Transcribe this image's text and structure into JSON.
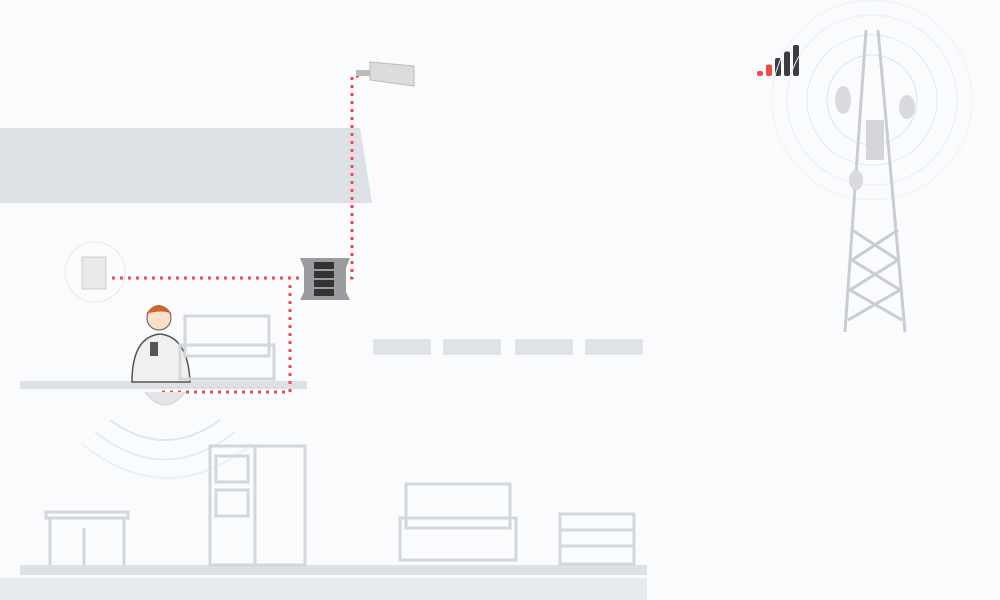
{
  "colors": {
    "background": "#fafbfc",
    "building": "#dde1e6",
    "furniture_stroke": "#d3d7dc",
    "cable": "#f04a4a",
    "signal_wave": "#c9dbeb",
    "booster": "#8d8f92",
    "signal_bar_weak": "#f04a4a",
    "signal_bar_strong": "#3b3d40"
  },
  "signal_strength": {
    "bars_total": 5,
    "bars_weak": 2
  },
  "booster": {
    "ports": 4
  }
}
